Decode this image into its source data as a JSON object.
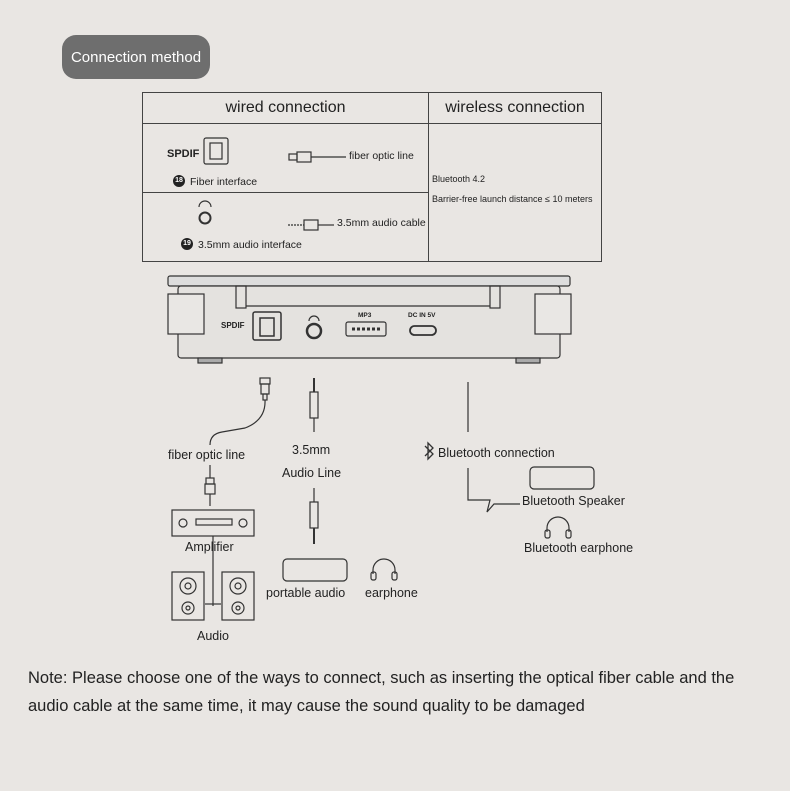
{
  "header": {
    "title": "Connection method"
  },
  "table": {
    "wired_header": "wired connection",
    "wireless_header": "wireless connection",
    "spdif_label": "SPDIF",
    "fiber_interface_num": "18",
    "fiber_interface_label": "Fiber interface",
    "fiber_line_label": "fiber optic line",
    "audio_interface_num": "19",
    "audio_interface_label": "3.5mm audio interface",
    "audio_cable_label": "3.5mm audio cable",
    "bluetooth_version": "Bluetooth 4.2",
    "bluetooth_range": "Barrier-free launch distance ≤ 10 meters"
  },
  "device": {
    "spdif_label": "SPDIF",
    "mp3_label": "MP3",
    "dc_label": "DC IN 5V"
  },
  "diagram": {
    "fiber_optic_line": "fiber optic line",
    "audio_line_top": "3.5mm",
    "audio_line_bottom": "Audio Line",
    "amplifier": "Amplifier",
    "audio": "Audio",
    "portable_audio": "portable audio",
    "earphone": "earphone",
    "bluetooth_connection": "Bluetooth connection",
    "bluetooth_speaker": "Bluetooth Speaker",
    "bluetooth_earphone": "Bluetooth earphone"
  },
  "note": "Note: Please choose one of the ways to connect, such as inserting the optical fiber cable and the audio cable at the same time, it may cause the sound quality to be damaged"
}
